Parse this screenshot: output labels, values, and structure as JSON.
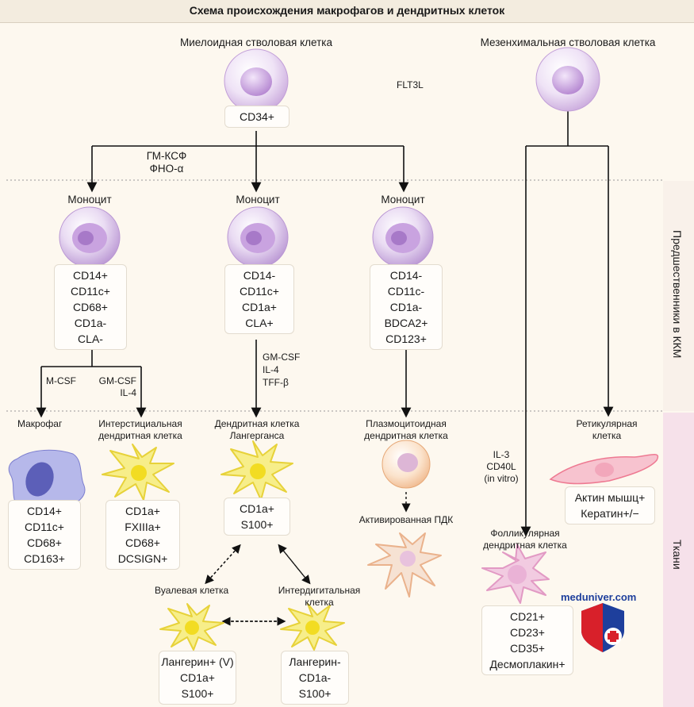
{
  "title": "Схема происхождения макрофагов и дендритных клеток",
  "side_labels": {
    "bm": "Предшественники в ККМ",
    "tissue": "Ткани"
  },
  "myeloid": {
    "label": "Миелоидная стволовая клетка",
    "markers": [
      "CD34+"
    ]
  },
  "flt3l": "FLT3L",
  "mesenchymal": {
    "label": "Мезенхимальная стволовая клетка"
  },
  "factors_top": [
    "ГМ-КСФ",
    "ФНО-α"
  ],
  "monocytes": [
    {
      "label": "Моноцит",
      "markers": [
        "CD14+",
        "CD11c+",
        "CD68+",
        "CD1a-",
        "CLA-"
      ]
    },
    {
      "label": "Моноцит",
      "markers": [
        "CD14-",
        "CD11c+",
        "CD1a+",
        "CLA+"
      ]
    },
    {
      "label": "Моноцит",
      "markers": [
        "CD14-",
        "CD11c-",
        "CD1a-",
        "BDCA2+",
        "CD123+"
      ]
    }
  ],
  "factors": {
    "mcsf": "M-CSF",
    "gmcsf_il4": [
      "GM-CSF",
      "IL-4"
    ],
    "langerhans": [
      "GM-CSF",
      "IL-4",
      "TFF-β"
    ],
    "fdc": [
      "IL-3",
      "CD40L",
      "(in vitro)"
    ]
  },
  "macrophage": {
    "label": "Макрофаг",
    "markers": [
      "CD14+",
      "CD11c+",
      "CD68+",
      "CD163+"
    ]
  },
  "interstitial_dc": {
    "label": [
      "Интерстициальная",
      "дендритная клетка"
    ],
    "markers": [
      "CD1a+",
      "FXIIIa+",
      "CD68+",
      "DCSIGN+"
    ]
  },
  "langerhans_dc": {
    "label": [
      "Дендритная клетка",
      "Лангерганса"
    ],
    "markers": [
      "CD1a+",
      "S100+"
    ]
  },
  "plasmacytoid_dc": {
    "label": [
      "Плазмоцитоидная",
      "дендритная клетка"
    ]
  },
  "activated_pdc": {
    "label": "Активированная ПДК"
  },
  "reticular": {
    "label": [
      "Ретикулярная",
      "клетка"
    ],
    "markers": [
      "Актин мышц+",
      "Кератин+/−"
    ]
  },
  "fdc": {
    "label": [
      "Фолликулярная",
      "дендритная клетка"
    ],
    "markers": [
      "CD21+",
      "CD23+",
      "CD35+",
      "Десмоплакин+"
    ]
  },
  "veiled": {
    "label": "Вуалевая клетка",
    "markers": [
      "Лангерин+ (V)",
      "CD1a+",
      "S100+"
    ]
  },
  "interdigitating": {
    "label": [
      "Интердигитальная",
      "клетка"
    ],
    "markers": [
      "Лангерин-",
      "CD1a-",
      "S100+"
    ]
  },
  "watermark": "meduniver.com",
  "colors": {
    "stem": "#c9a8dc",
    "monocyte": "#c4a6da",
    "dc_yellow": "#f7e94a",
    "macrophage": "#7d7fcf",
    "fdc_pink": "#e29ac4",
    "reticular": "#ee7a92",
    "pdc_orange": "#f3c39c",
    "tissue_band": "#f6e1ea"
  }
}
